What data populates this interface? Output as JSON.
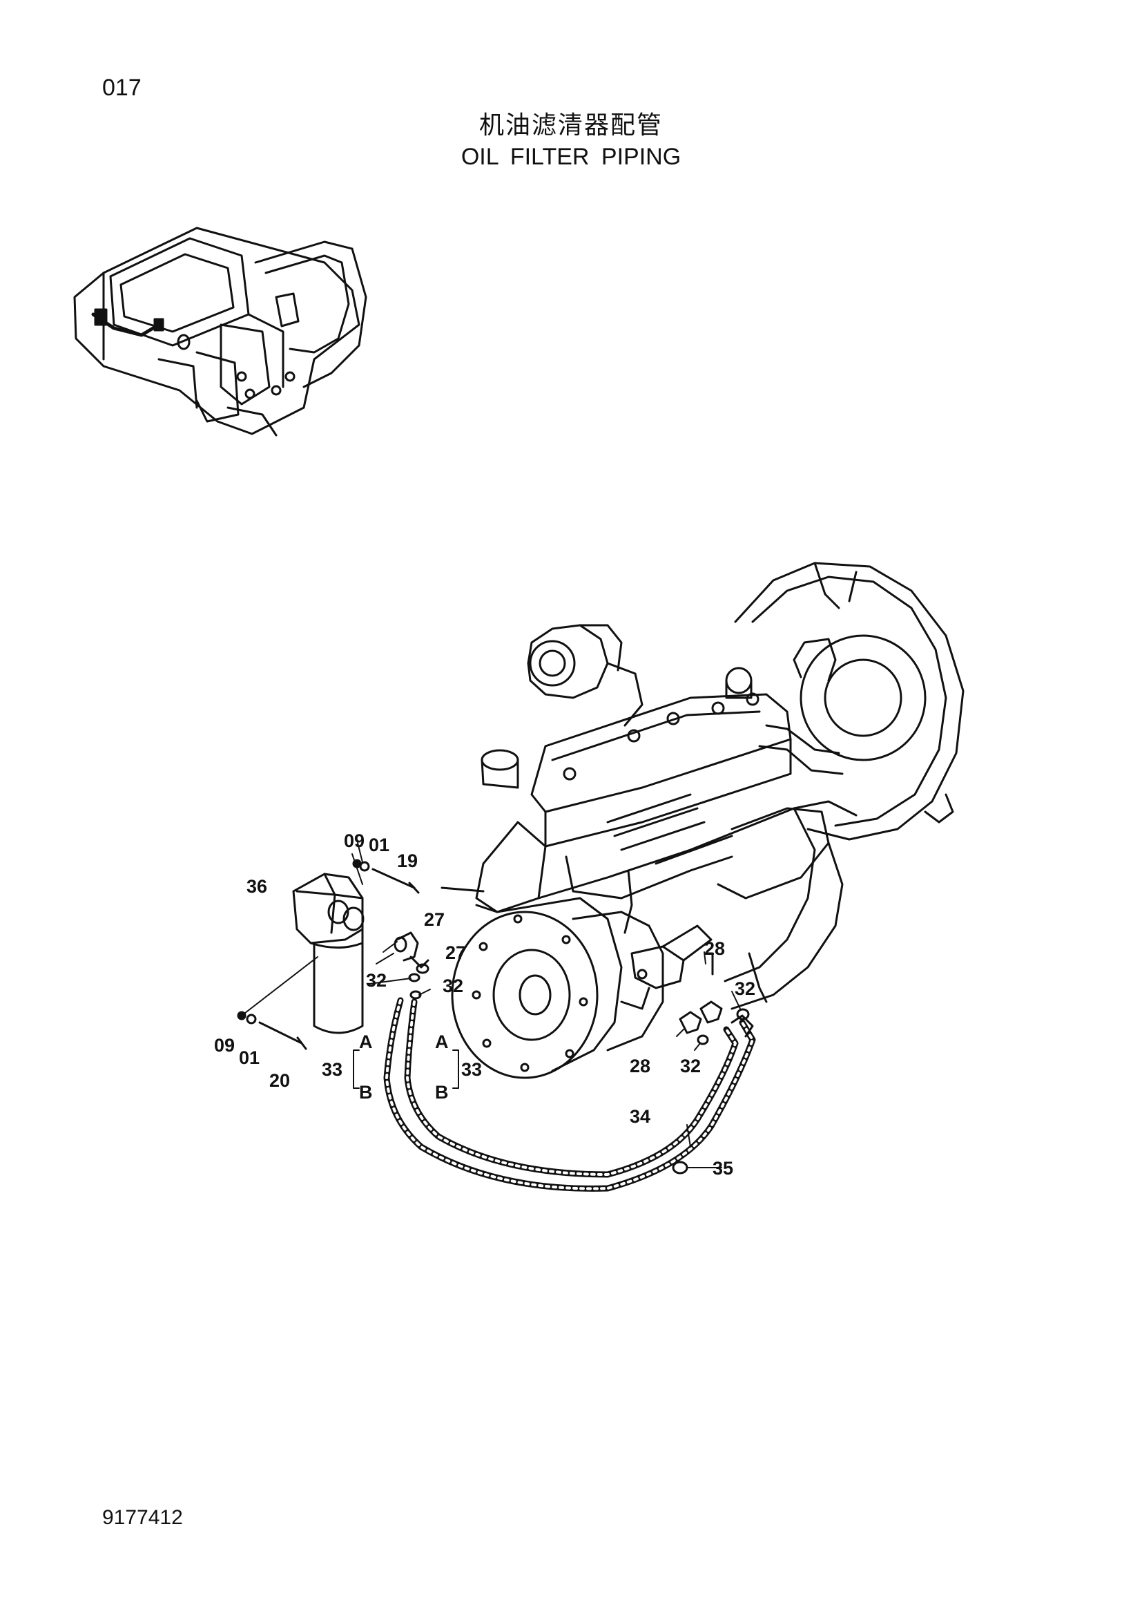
{
  "page": {
    "number": "017",
    "code": "9177412"
  },
  "title": {
    "cn": "机油滤清器配管",
    "en": "OIL FILTER PIPING"
  },
  "callouts": {
    "c09a": "09",
    "c01a": "01",
    "c19": "19",
    "c36": "36",
    "c27a": "27",
    "c27b": "27",
    "c32a": "32",
    "c32b": "32",
    "c28a": "28",
    "c32c": "32",
    "c28b": "28",
    "c32d": "32",
    "c09b": "09",
    "c01b": "01",
    "c20": "20",
    "cAl": "A",
    "cAr": "A",
    "c33l": "33",
    "c33r": "33",
    "cBl": "B",
    "cBr": "B",
    "c34": "34",
    "c35": "35"
  }
}
